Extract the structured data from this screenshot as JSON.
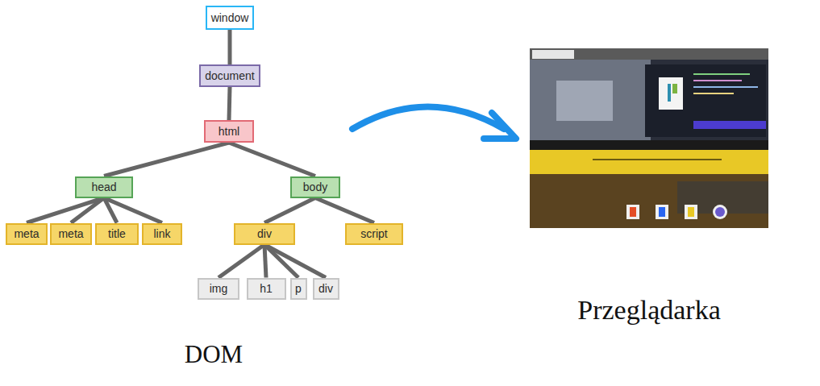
{
  "diagram": {
    "nodes": [
      {
        "text": [
          "window"
        ]
      },
      {
        "text": [
          "document"
        ]
      },
      {
        "text": [
          "html"
        ]
      },
      {
        "text": [
          "head"
        ]
      },
      {
        "text": [
          "body"
        ]
      },
      {
        "text": [
          "meta"
        ]
      },
      {
        "text": [
          "meta"
        ]
      },
      {
        "text": [
          "title"
        ]
      },
      {
        "text": [
          "link"
        ]
      },
      {
        "text": [
          "div"
        ]
      },
      {
        "text": [
          "script"
        ]
      },
      {
        "text": [
          "img"
        ]
      },
      {
        "text": [
          "h1"
        ]
      },
      {
        "text": [
          "p"
        ]
      },
      {
        "text": [
          "div"
        ]
      }
    ],
    "edges": [
      {
        "from": 0,
        "to": 1,
        "arrow": "none"
      },
      {
        "from": 1,
        "to": 2,
        "arrow": "none"
      },
      {
        "from": 2,
        "to": 3,
        "arrow": "none"
      },
      {
        "from": 2,
        "to": 4,
        "arrow": "none"
      },
      {
        "from": 3,
        "to": 5,
        "arrow": "none"
      },
      {
        "from": 3,
        "to": 6,
        "arrow": "none"
      },
      {
        "from": 3,
        "to": 7,
        "arrow": "none"
      },
      {
        "from": 3,
        "to": 8,
        "arrow": "none"
      },
      {
        "from": 4,
        "to": 9,
        "arrow": "none"
      },
      {
        "from": 4,
        "to": 10,
        "arrow": "none"
      },
      {
        "from": 9,
        "to": 11,
        "arrow": "none"
      },
      {
        "from": 9,
        "to": 12,
        "arrow": "none"
      },
      {
        "from": 9,
        "to": 13,
        "arrow": "none"
      },
      {
        "from": 9,
        "to": 14,
        "arrow": "none"
      }
    ],
    "labels": [
      "Przeglądarka",
      "DOM"
    ]
  }
}
